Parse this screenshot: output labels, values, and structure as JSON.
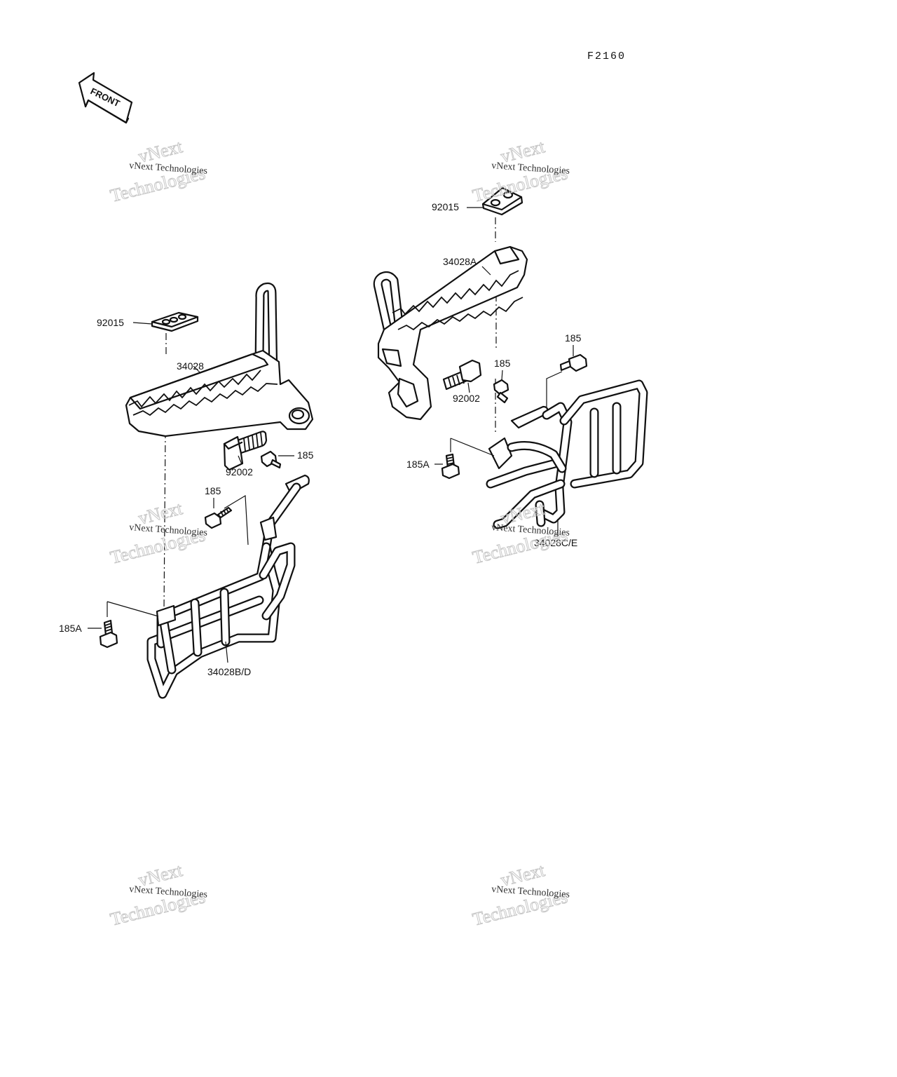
{
  "diagram": {
    "figure_code": "F2160",
    "front_arrow": {
      "label": "FRONT"
    },
    "watermark": {
      "small": "vNext Technologies",
      "large_top": "vNext",
      "large_bottom": "Technologies"
    },
    "part_labels": {
      "left_step_pad": "92015",
      "left_step": "34028",
      "left_bolt_large": "92002",
      "left_bolt_upper": "185",
      "left_bolt_mid": "185",
      "left_bolt_lower": "185A",
      "left_guard": "34028B/D",
      "right_step_pad": "92015",
      "right_step": "34028A",
      "right_bolt_large": "92002",
      "right_bolt_upper": "185",
      "right_bolt_mid": "185",
      "right_bolt_lower": "185A",
      "right_guard": "34028C/E"
    }
  }
}
